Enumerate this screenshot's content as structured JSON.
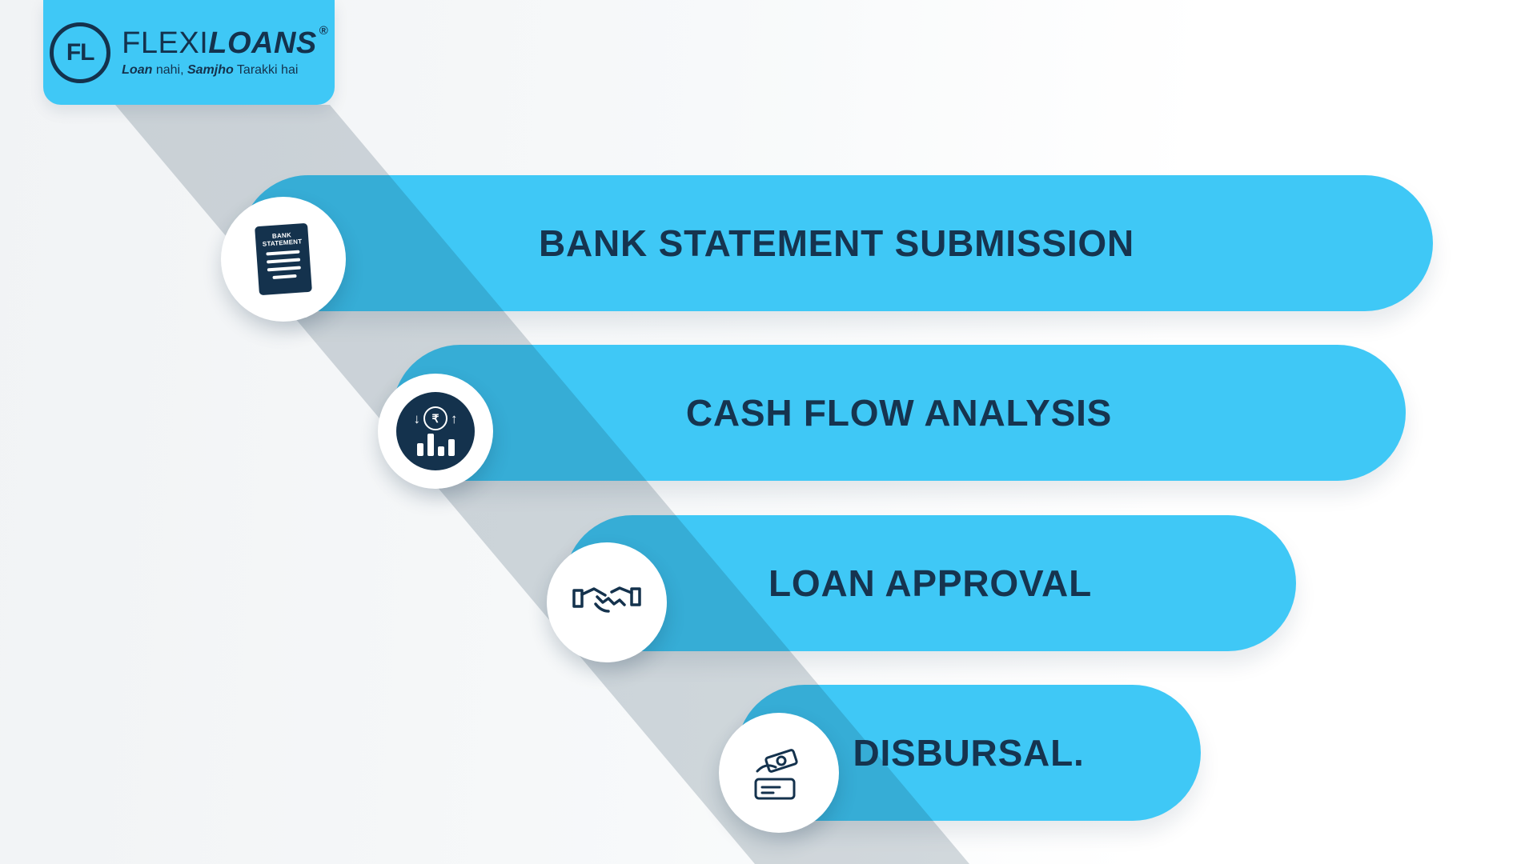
{
  "brand": {
    "monogram": "FL",
    "name_regular": "FLEXI",
    "name_bold": "LOANS",
    "registered_mark": "®",
    "tagline": {
      "p1": "Loan",
      "p2": " nahi, ",
      "p3": "Samjho",
      "p4": " Tarakki hai"
    }
  },
  "colors": {
    "accent_blue": "#3FC8F6",
    "navy": "#14324D",
    "band_overlay": "rgba(19,48,74,0.18)",
    "background": "#F4F6F7"
  },
  "steps": [
    {
      "label": "BANK STATEMENT SUBMISSION",
      "icon": "bank-statement-icon",
      "icon_title": "BANK STATEMENT"
    },
    {
      "label": "CASH FLOW ANALYSIS",
      "icon": "cash-flow-icon",
      "coin_symbol": "₹",
      "arrow_down": "↓",
      "arrow_up": "↑"
    },
    {
      "label": "LOAN APPROVAL",
      "icon": "handshake-icon"
    },
    {
      "label": "DISBURSAL.",
      "icon": "money-hand-icon"
    }
  ]
}
